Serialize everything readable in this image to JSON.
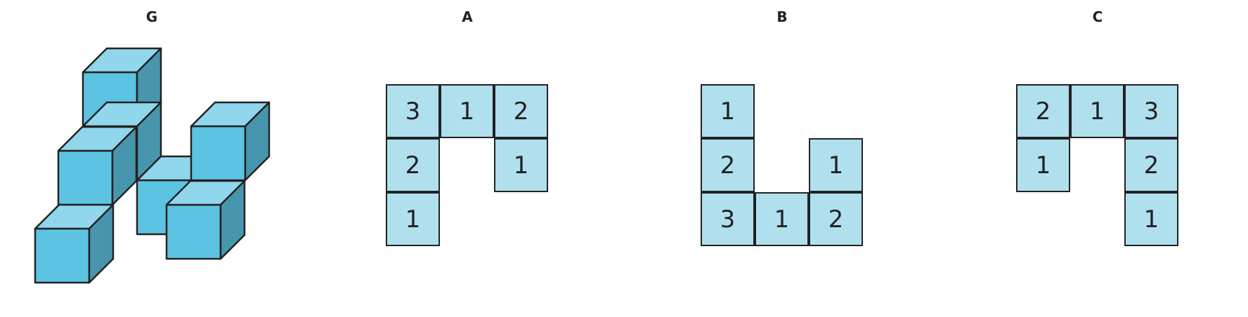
{
  "colors": {
    "cube_front": "#5cc4e2",
    "cube_top": "#90d6ec",
    "cube_side": "#4796ad",
    "outline": "#222222",
    "cell_fill": "#b0e0ee"
  },
  "figure_g": {
    "label": "G"
  },
  "options": [
    {
      "label": "A",
      "rows": [
        [
          "3",
          "1",
          "2"
        ],
        [
          "2",
          "",
          "1"
        ],
        [
          "1",
          "",
          ""
        ]
      ]
    },
    {
      "label": "B",
      "rows": [
        [
          "1",
          "",
          ""
        ],
        [
          "2",
          "",
          "1"
        ],
        [
          "3",
          "1",
          "2"
        ]
      ]
    },
    {
      "label": "C",
      "rows": [
        [
          "2",
          "1",
          "3"
        ],
        [
          "1",
          "",
          "2"
        ],
        [
          "",
          "",
          "1"
        ]
      ]
    }
  ]
}
